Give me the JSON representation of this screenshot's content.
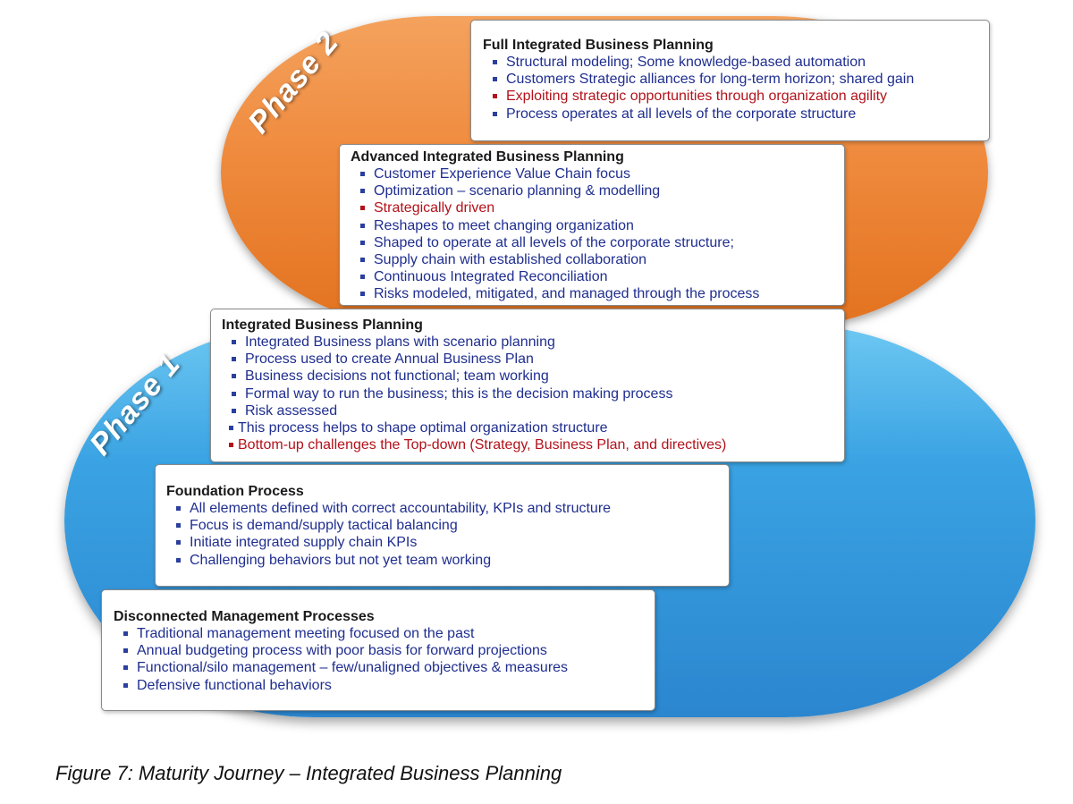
{
  "colors": {
    "phase2_fill": "#ef8a3d",
    "phase1_fill": "#3aa3e3",
    "bullet_text": "#1f2e8f",
    "highlight_text": "#b3121a"
  },
  "phase2": {
    "label": "Phase 2"
  },
  "phase1": {
    "label": "Phase 1"
  },
  "boxes": {
    "full": {
      "title": "Full Integrated Business Planning",
      "items": [
        "Structural modeling; Some knowledge-based automation",
        "Customers Strategic alliances for long-term horizon; shared gain",
        "Exploiting strategic opportunities through organization agility",
        "Process operates at all levels of the corporate structure"
      ]
    },
    "advanced": {
      "title": "Advanced Integrated Business Planning",
      "items": [
        "Customer Experience Value Chain focus",
        "Optimization – scenario planning & modelling",
        "Strategically driven",
        "Reshapes to meet changing organization",
        "Shaped to operate at all levels of the corporate structure;",
        "Supply chain with established collaboration",
        "Continuous Integrated Reconciliation",
        "Risks modeled, mitigated, and managed through the process"
      ]
    },
    "ibp": {
      "title": "Integrated Business Planning",
      "items": [
        "Integrated Business plans with scenario planning",
        "Process used to create Annual Business Plan",
        "Business decisions not functional; team working",
        "Formal way to run the business; this is the decision making process",
        "Risk assessed",
        "This process helps to shape optimal organization structure",
        "Bottom-up challenges the Top-down (Strategy, Business Plan, and directives)"
      ]
    },
    "foundation": {
      "title": "Foundation Process",
      "items": [
        "All elements defined with correct accountability, KPIs and structure",
        "Focus is demand/supply tactical balancing",
        "Initiate integrated supply chain KPIs",
        "Challenging behaviors but not yet team working"
      ]
    },
    "disconnected": {
      "title": "Disconnected Management Processes",
      "items": [
        "Traditional management meeting focused on the past",
        "Annual budgeting process with poor basis for forward projections",
        "Functional/silo management – few/unaligned objectives & measures",
        "Defensive functional behaviors"
      ]
    }
  },
  "caption": "Figure 7: Maturity Journey – Integrated Business Planning"
}
